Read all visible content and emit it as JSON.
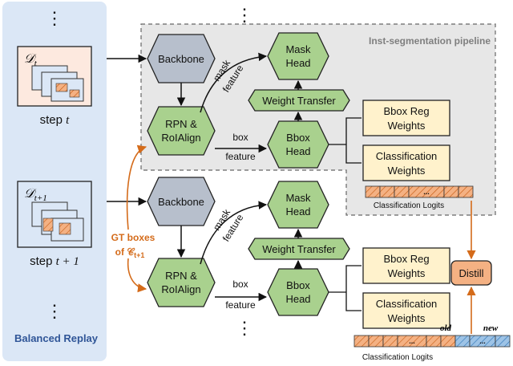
{
  "left_panel": {
    "dots_top": "⋮",
    "dots_bottom": "⋮",
    "title": "Balanced Replay",
    "step_t_symbol": "𝒟",
    "step_t_sub": "t",
    "step_t_label": "step ",
    "step_t_var": "t",
    "step_t1_symbol": "𝒟",
    "step_t1_sub": "t+1",
    "step_t1_label": "step ",
    "step_t1_var": "t + 1"
  },
  "pipeline": {
    "title": "Inst-segmentation pipeline",
    "dots_top": "⋮",
    "dots_bottom": "⋮"
  },
  "nodes": {
    "backbone": "Backbone",
    "mask_head_1": "Mask",
    "mask_head_2": "Head",
    "rpn_1": "RPN &",
    "rpn_2": "RoIAlign",
    "bbox_head_1": "Bbox",
    "bbox_head_2": "Head",
    "weight_transfer": "Weight Transfer",
    "bbox_reg_1": "Bbox Reg",
    "bbox_reg_2": "Weights",
    "cls_w_1": "Classification",
    "cls_w_2": "Weights",
    "distill": "Distill"
  },
  "edges": {
    "mask_feature_1": "mask",
    "mask_feature_2": "feature",
    "box_feature_1": "box",
    "box_feature_2": "feature"
  },
  "gt_boxes": {
    "line1": "GT boxes",
    "line2": "of 𝒞",
    "sub": "t+1"
  },
  "logits": {
    "label": "Classification Logits",
    "ellipsis": "...",
    "old": "old",
    "new": "new"
  },
  "colors": {
    "panel_bg": "#dbe7f6",
    "hex_gray": "#b7bfcc",
    "hex_green": "#a9d18e",
    "weight_yellow": "#fff2cc",
    "logit_orange": "#f4b183",
    "logit_blue": "#9dc3e6",
    "distill_orange": "#f4b183",
    "gt_orange": "#d46b1a",
    "title_blue": "#2f5597",
    "pipeline_bg": "#e7e7e7"
  }
}
